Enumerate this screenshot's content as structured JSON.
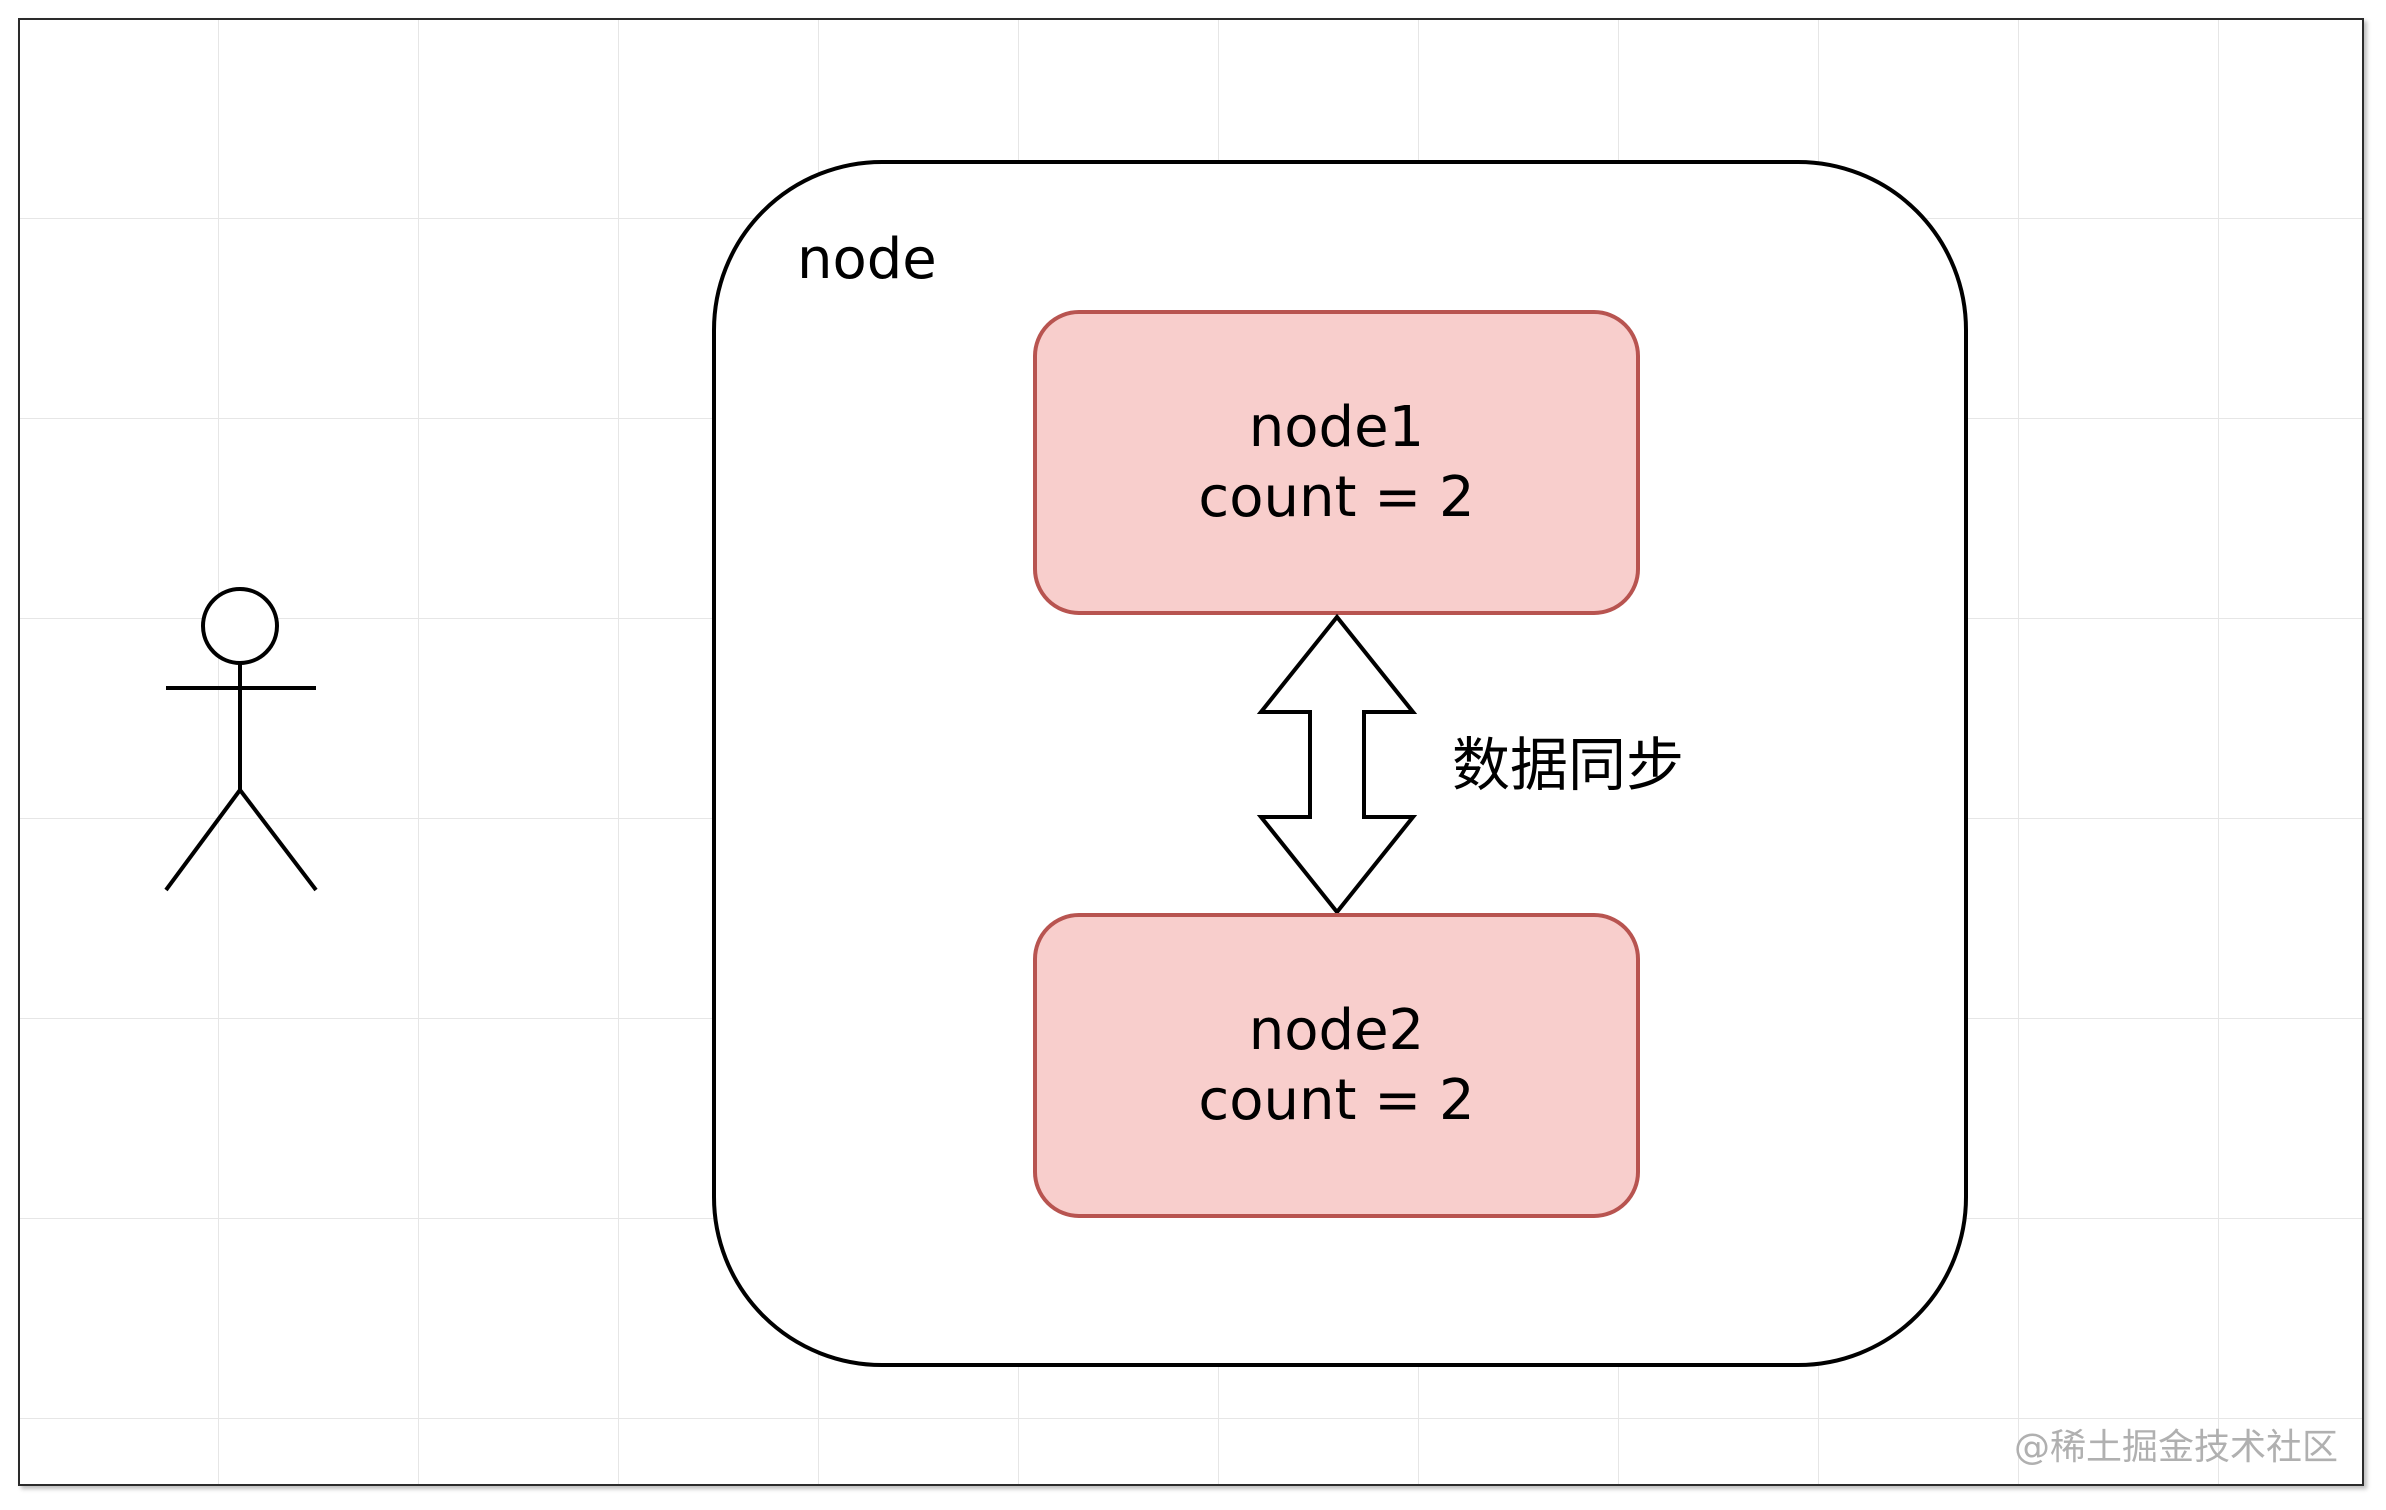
{
  "diagram": {
    "container_label": "node",
    "nodes": [
      {
        "name": "node1",
        "value_text": "count = 2"
      },
      {
        "name": "node2",
        "value_text": "count = 2"
      }
    ],
    "sync_label": "数据同步",
    "watermark": "@稀土掘金技术社区"
  },
  "colors": {
    "node_fill": "#f8cecc",
    "node_border": "#b85450",
    "grid_line": "#e6e6e6"
  },
  "icons": {
    "actor": "stick-figure-icon",
    "arrow": "double-arrow-icon"
  }
}
